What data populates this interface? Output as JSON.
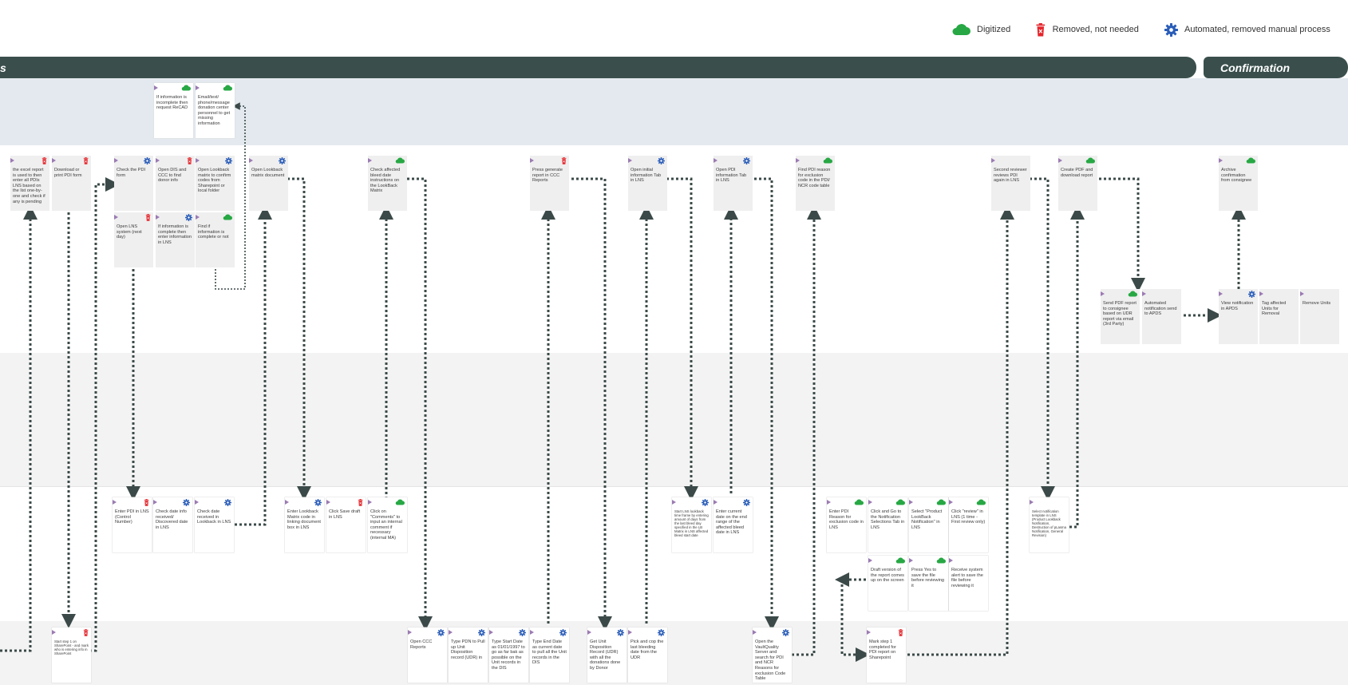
{
  "legend": {
    "digitized": "Digitized",
    "removed": "Removed, not needed",
    "automated": "Automated, removed manual process"
  },
  "phases": {
    "left_label": "s",
    "right_label": "Confirmation"
  },
  "colors": {
    "phase_bar": "#3a4f4c",
    "lane_blue": "#e3e9ef",
    "lane_gray": "#f3f3f3",
    "card": "#efefef",
    "digitized_green": "#27a844",
    "removed_red": "#e4262c",
    "automated_blue": "#2a5db8",
    "arrow": "#3b4a48",
    "marker_purple": "#9b7bb3"
  },
  "cards": [
    {
      "id": "c1",
      "text": "If information is incomplete then request ReCAD",
      "icon": "digitized"
    },
    {
      "id": "c2",
      "text": "Email/text/ phone/message donation center personnel to get missing information",
      "icon": "digitized"
    },
    {
      "id": "c3",
      "text": "the excel report is used to then enter all PDIs LNS based on the list one-by-one and check if any is pending",
      "icon": "removed"
    },
    {
      "id": "c4",
      "text": "Download or print PDI form",
      "icon": "removed"
    },
    {
      "id": "c5",
      "text": "Check the PDI form",
      "icon": "automated"
    },
    {
      "id": "c6",
      "text": "Open DIS and CCC to find donor info",
      "icon": "removed"
    },
    {
      "id": "c7",
      "text": "Open Lookback matrix to confirm codes from Sharepoint or local folder",
      "icon": "automated"
    },
    {
      "id": "c8",
      "text": "Open LNS system (next day)",
      "icon": "removed"
    },
    {
      "id": "c9",
      "text": "If information is complete then enter information in LNS",
      "icon": "automated"
    },
    {
      "id": "c10",
      "text": "Find if information is complete or not",
      "icon": "digitized"
    },
    {
      "id": "c11",
      "text": "Open Lookback matrix document",
      "icon": "automated"
    },
    {
      "id": "c12",
      "text": "Check affected bleed date instructions on the LookBack Matrix",
      "icon": "digitized"
    },
    {
      "id": "c13",
      "text": "Press generate report in CCC Reports",
      "icon": "removed"
    },
    {
      "id": "c14",
      "text": "Open initial information Tab in LNS",
      "icon": "automated"
    },
    {
      "id": "c15",
      "text": "Open PDI information Tab in LNS",
      "icon": "automated"
    },
    {
      "id": "c16",
      "text": "Find PDI reason for exclusion code in the PDI/ NCR code table",
      "icon": "digitized"
    },
    {
      "id": "c17",
      "text": "Second reviewer reviews PDI again in LNS",
      "icon": "none"
    },
    {
      "id": "c18",
      "text": "Create PDF and download report",
      "icon": "digitized"
    },
    {
      "id": "c19",
      "text": "Archive confirmation from consignee",
      "icon": "digitized"
    },
    {
      "id": "c20",
      "text": "Send PDF report to consignee based on UDR report via email (3rd Party)",
      "icon": "digitized"
    },
    {
      "id": "c21",
      "text": "Automated notification send to APDS",
      "icon": "none"
    },
    {
      "id": "c22",
      "text": "View notification in APDS",
      "icon": "automated"
    },
    {
      "id": "c23",
      "text": "Tag affected Units for Removal",
      "icon": "none"
    },
    {
      "id": "c24",
      "text": "Remove Units",
      "icon": "none"
    },
    {
      "id": "c25",
      "text": "Enter PDI in LNS (Control Number)",
      "icon": "removed"
    },
    {
      "id": "c26",
      "text": "Check date info received/ Discovered date in LNS",
      "icon": "automated"
    },
    {
      "id": "c27",
      "text": "Check date received in Lookback in LNS",
      "icon": "automated"
    },
    {
      "id": "c28",
      "text": "Enter Lookback Matrix code in linking document box in LNS",
      "icon": "automated"
    },
    {
      "id": "c29",
      "text": "Click Save draft in LNS",
      "icon": "removed"
    },
    {
      "id": "c30",
      "text": "Click on \"Comments\" to input an internal comment if necessary (internal MA)",
      "icon": "digitized"
    },
    {
      "id": "c31",
      "text": "Start LNS lookback time frame by entering amount of days from the last bleed day specified in the LB Matrix in LNS affected bleed start date",
      "icon": "automated"
    },
    {
      "id": "c32",
      "text": "Enter current date on the end range of the affected bleed date in LNS",
      "icon": "automated"
    },
    {
      "id": "c33",
      "text": "Enter PDI Reason for exclusion code in LNS",
      "icon": "digitized"
    },
    {
      "id": "c34",
      "text": "Click and Go to the Notification Selections Tab in LNS",
      "icon": "digitized"
    },
    {
      "id": "c35",
      "text": "Select \"Product LookBack Notification\" in LNS",
      "icon": "digitized"
    },
    {
      "id": "c36",
      "text": "Click \"review\" in LNS (1 time - First review only)",
      "icon": "digitized"
    },
    {
      "id": "c37",
      "text": "Select notification template in LNS (Product Lookback Notification, Destruction of pLasma Notification, General Revision)",
      "icon": "none"
    },
    {
      "id": "c38",
      "text": "Draft version of the report comes up on the screen",
      "icon": "digitized"
    },
    {
      "id": "c39",
      "text": "Press Yes to save the file before reviewing it",
      "icon": "digitized"
    },
    {
      "id": "c40",
      "text": "Receive system alert to save the file before reviewing it",
      "icon": "none"
    },
    {
      "id": "c41",
      "text": "Start step 1 on SharePoint - and mark who is entering info in SharePoint",
      "icon": "removed"
    },
    {
      "id": "c42",
      "text": "Open CCC Reports",
      "icon": "automated"
    },
    {
      "id": "c43",
      "text": "Type PDN to Pull up Unit Disposition record (UDR) in",
      "icon": "automated"
    },
    {
      "id": "c44",
      "text": "Type Start Date as 01/01/1997 to go as far bak as possible on the Unit records in the DIS",
      "icon": "automated"
    },
    {
      "id": "c45",
      "text": "Type End Date as current date to pull all the Unit records in the DIS",
      "icon": "automated"
    },
    {
      "id": "c46",
      "text": "Get Unit Disposition Record (UDR) with all the donations done by Donor",
      "icon": "automated"
    },
    {
      "id": "c47",
      "text": "Pick and cop the last bleeding date from the UDR",
      "icon": "automated"
    },
    {
      "id": "c48",
      "text": "Open the VaultQuality Server and search for PDI and NCR Reasons for exclusion Code Table",
      "icon": "automated"
    },
    {
      "id": "c49",
      "text": "Mark step 1 completed for PDI report on Sharepoint",
      "icon": "removed"
    }
  ]
}
